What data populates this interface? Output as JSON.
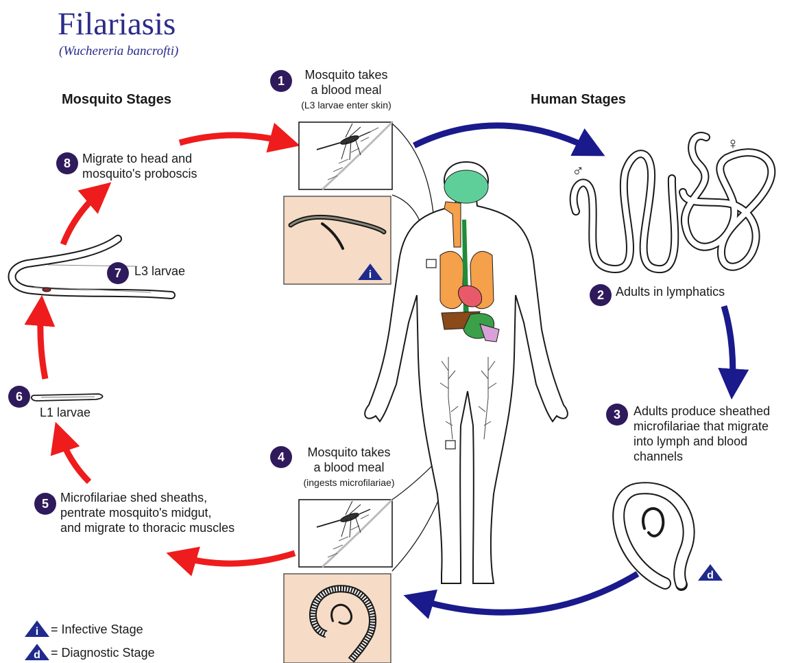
{
  "title": "Filariasis",
  "subtitle": "(Wuchereria bancrofti)",
  "sections": {
    "mosquito": "Mosquito Stages",
    "human": "Human Stages"
  },
  "steps": [
    {
      "num": "1",
      "line1": "Mosquito takes",
      "line2": "a blood meal",
      "note": "(L3 larvae enter skin)"
    },
    {
      "num": "2",
      "line1": "Adults in lymphatics"
    },
    {
      "num": "3",
      "line1": "Adults produce sheathed",
      "line2": "microfilariae that migrate",
      "line3": "into lymph and blood",
      "line4": "channels"
    },
    {
      "num": "4",
      "line1": "Mosquito takes",
      "line2": "a blood meal",
      "note": "(ingests microfilariae)"
    },
    {
      "num": "5",
      "line1": "Microfilariae shed sheaths,",
      "line2": "pentrate mosquito's midgut,",
      "line3": "and migrate to thoracic muscles"
    },
    {
      "num": "6",
      "line1": "L1 larvae"
    },
    {
      "num": "7",
      "line1": "L3 larvae"
    },
    {
      "num": "8",
      "line1": "Migrate to head and",
      "line2": "mosquito's proboscis"
    }
  ],
  "symbols": {
    "male": "♂",
    "female": "♀"
  },
  "markers": {
    "infective": "i",
    "diagnostic": "d"
  },
  "legend": [
    {
      "symbol": "i",
      "text": "= Infective Stage"
    },
    {
      "symbol": "d",
      "text": "= Diagnostic Stage"
    }
  ],
  "colors": {
    "title": "#2b2b8c",
    "step_circle": "#2f1a5c",
    "mosquito_arrow": "#ee1c1c",
    "human_arrow": "#1a1a8c",
    "panel": "#f6dcc6",
    "marker": "#1f2a8c"
  }
}
